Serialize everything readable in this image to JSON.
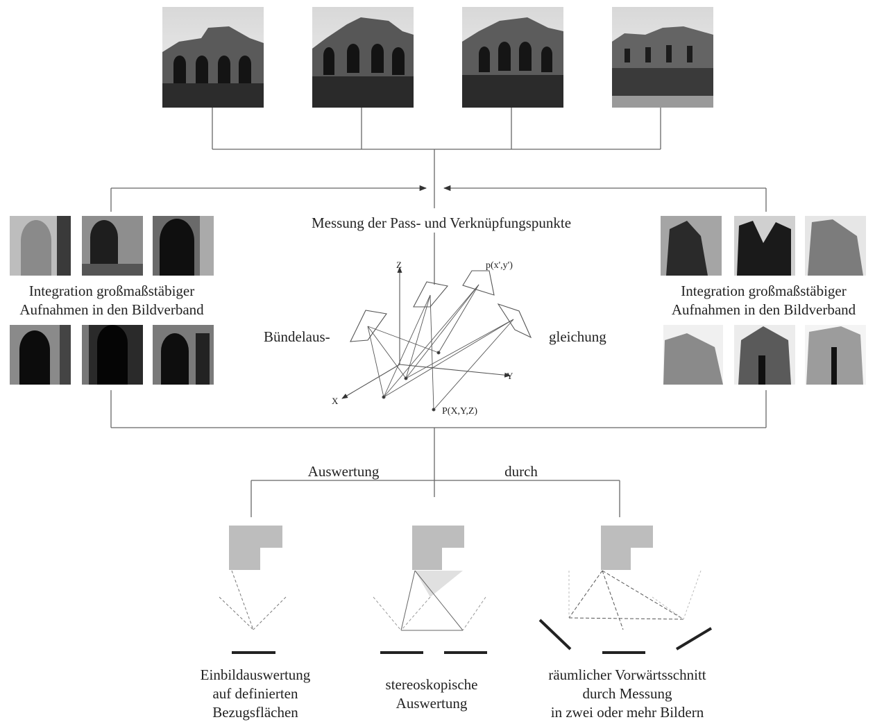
{
  "figure": {
    "measurement_label": "Messung der Pass- und Verknüpfungspunkte",
    "bundle_left": "Bündelaus-",
    "bundle_right": "gleichung",
    "image_point": "p(x',y')",
    "object_point": "P(X,Y,Z)",
    "axis_z": "Z",
    "axis_y": "Y",
    "axis_x": "X",
    "integration_left": [
      "Integration großmaßstäbiger",
      "Aufnahmen in den Bildverband"
    ],
    "integration_right": [
      "Integration großmaßstäbiger",
      "Aufnahmen in den Bildverband"
    ],
    "evaluation_left": "Auswertung",
    "evaluation_right": "durch",
    "method_1": [
      "Einbildauswertung",
      "auf definierten",
      "Bezugsflächen"
    ],
    "method_2": [
      "stereoskopische",
      "Auswertung"
    ],
    "method_3": [
      "räumlicher Vorwärtsschnitt",
      "durch Messung",
      "in zwei oder mehr Bildern"
    ]
  },
  "icons": {
    "overview_photos": [
      "ruin-overview-photo",
      "ruin-overview-photo",
      "ruin-overview-photo",
      "ruin-overview-photo"
    ],
    "detail_photos": [
      "arch-detail-photo",
      "wall-detail-photo"
    ]
  }
}
